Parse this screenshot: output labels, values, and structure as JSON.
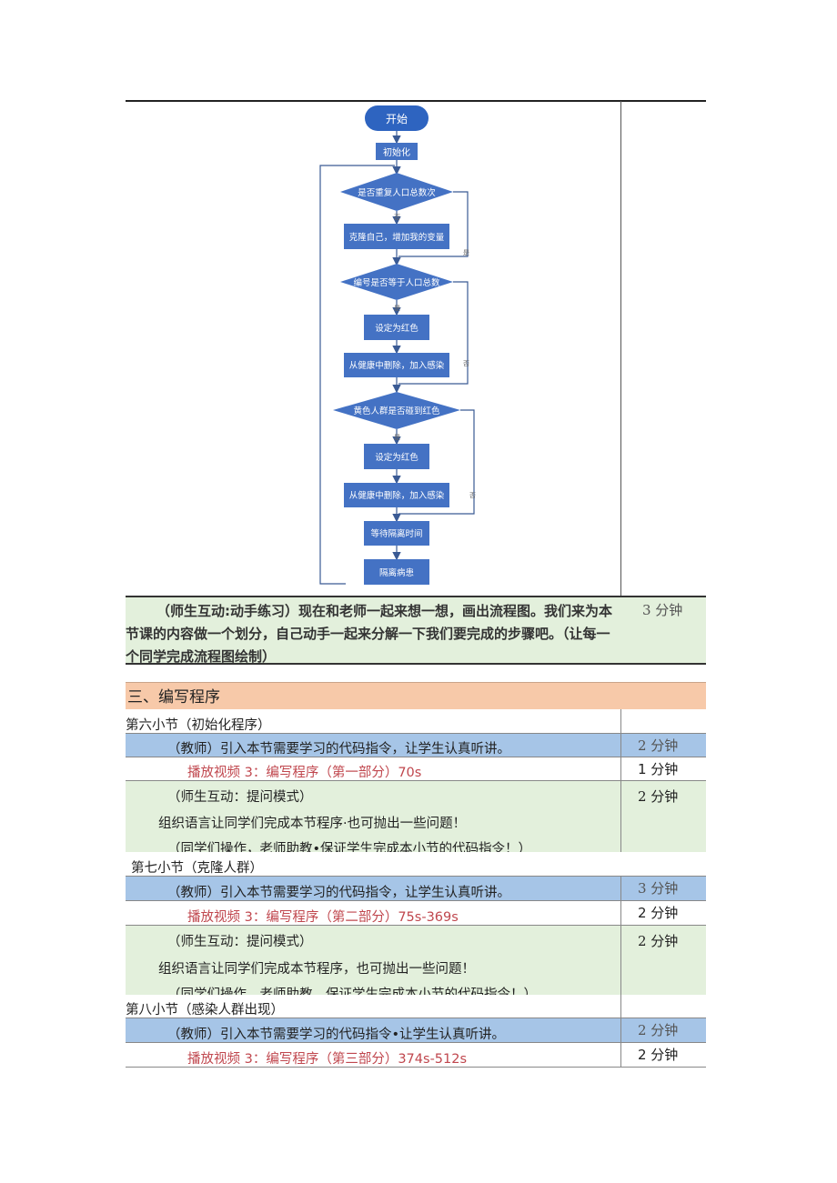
{
  "flowchart": {
    "start": "开始",
    "init": "初始化",
    "decision1": "是否重复人口总数次",
    "clone": "克隆自己，增加我的变量",
    "decision2": "编号是否等于人口总数",
    "setred1": "设定为红色",
    "remove1": "从健康中删除，加入感染",
    "decision3": "黄色人群是否碰到红色",
    "setred2": "设定为红色",
    "remove2": "从健康中删除，加入感染",
    "wait": "等待隔离时间",
    "isolate": "隔离病患",
    "label_no": "否",
    "label_yes": "是",
    "color_box": "#4472c4",
    "color_start": "#2e64c0"
  },
  "interaction_row": {
    "text": "（师生互动:动手练习）现在和老师一起来想一想，画出流程图。我们来为本节课的内容做一个划分，自己动手一起来分解一下我们要完成的步骤吧。（让每一个同学完成流程图绘制）",
    "time": "3 分钟"
  },
  "section": {
    "title": "三、编写程序",
    "subsections": [
      {
        "title": "第六小节（初始化程序）",
        "teacher": "（教师）引入本节需要学习的代码指令，让学生认真听讲。",
        "teacher_time": "2 分钟",
        "video": "播放视频 3：编写程序（第一部分）70s",
        "video_time": "1 分钟",
        "interact_title": "（师生互动：提问模式）",
        "interact_line1": "组织语言让同学们完成本节程序·也可抛出一些问题！",
        "interact_line2": "（同学们操作，老师助教•保证学生完成本小节的代码指令！）",
        "interact_time": "2 分钟"
      },
      {
        "title": "第七小节（克隆人群）",
        "teacher": "（教师）引入本节需要学习的代码指令，让学生认真听讲。",
        "teacher_time": "3 分钟",
        "video": "播放视频 3：编写程序（第二部分）75s-369s",
        "video_time": "2 分钟",
        "interact_title": "（师生互动：提问模式）",
        "interact_line1": "组织语言让同学们完成本节程序，也可抛出一些问题！",
        "interact_line2": "（同学们操作，老师助教，保证学生完成本小节的代码指令！）",
        "interact_time": "2 分钟"
      },
      {
        "title": "第八小节（感染人群出现）",
        "teacher": "（教师）引入本节需要学习的代码指令•让学生认真听讲。",
        "teacher_time": "2 分钟",
        "video": "播放视频 3：编写程序（第三部分）374s-512s",
        "video_time": "2 分钟"
      }
    ]
  }
}
